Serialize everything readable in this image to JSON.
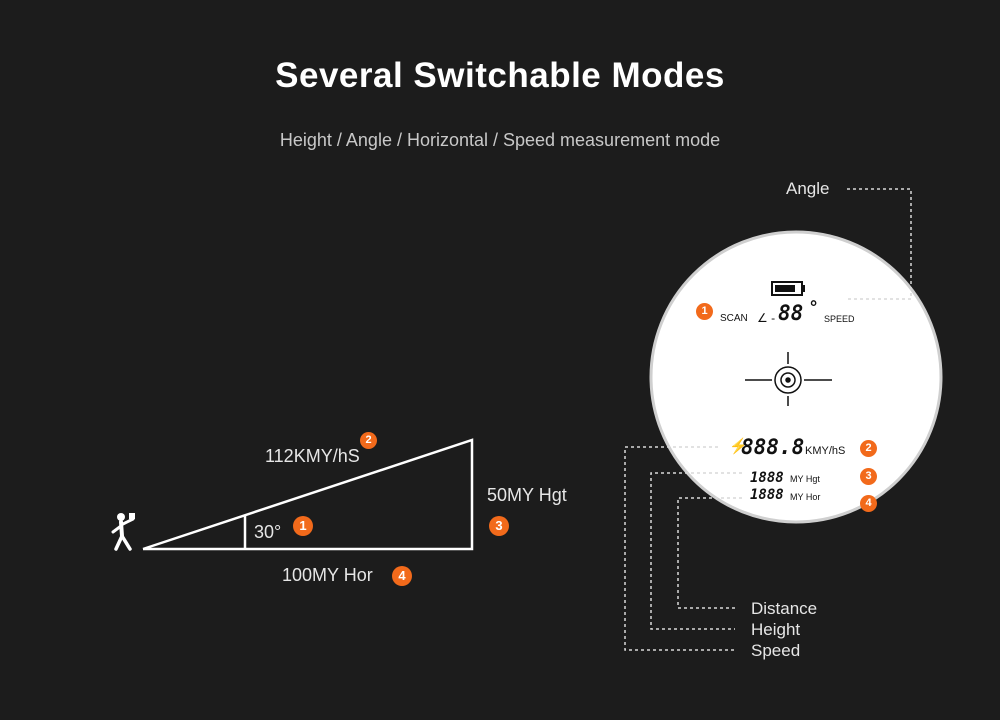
{
  "title": "Several Switchable Modes",
  "subtitle": "Height / Angle / Horizontal / Speed measurement mode",
  "triangle": {
    "speed_value": "112",
    "speed_unit": "KMY/hS",
    "height_value": "50",
    "height_unit": "MY Hgt",
    "angle_label": "30°",
    "horizontal_value": "100",
    "horizontal_unit": "MY Hor"
  },
  "badges": {
    "one": "1",
    "two": "2",
    "three": "3",
    "four": "4"
  },
  "display": {
    "scan_label": "SCAN",
    "angle_symbol": "∠ -",
    "angle_digits": "88",
    "degree": "°",
    "speed_label": "SPEED",
    "bolt": "⚡",
    "speed_digits": "888.8",
    "speed_unit": "KMY/hS",
    "height_digits": "1888",
    "height_unit": "MY Hgt",
    "hor_digits": "1888",
    "hor_unit": "MY Hor"
  },
  "callouts": {
    "angle": "Angle",
    "distance": "Distance",
    "height": "Height",
    "speed": "Speed"
  },
  "colors": {
    "background": "#1c1c1c",
    "accent": "#f26a1b",
    "lens": "#ffffff"
  }
}
